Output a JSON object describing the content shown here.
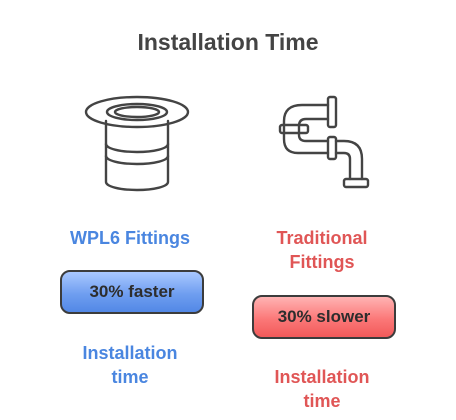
{
  "diagram": {
    "title": "Installation Time",
    "left": {
      "icon": "flanged-fitting-icon",
      "name_line1": "WPL6 Fittings",
      "value": "30% faster",
      "caption_line1": "Installation",
      "caption_line2": "time",
      "color": "#4a86e0"
    },
    "right": {
      "icon": "bent-pipe-icon",
      "name_line1": "Traditional",
      "name_line2": "Fittings",
      "value": "30% slower",
      "caption_line1": "Installation",
      "caption_line2": "time",
      "color": "#e05656"
    }
  }
}
